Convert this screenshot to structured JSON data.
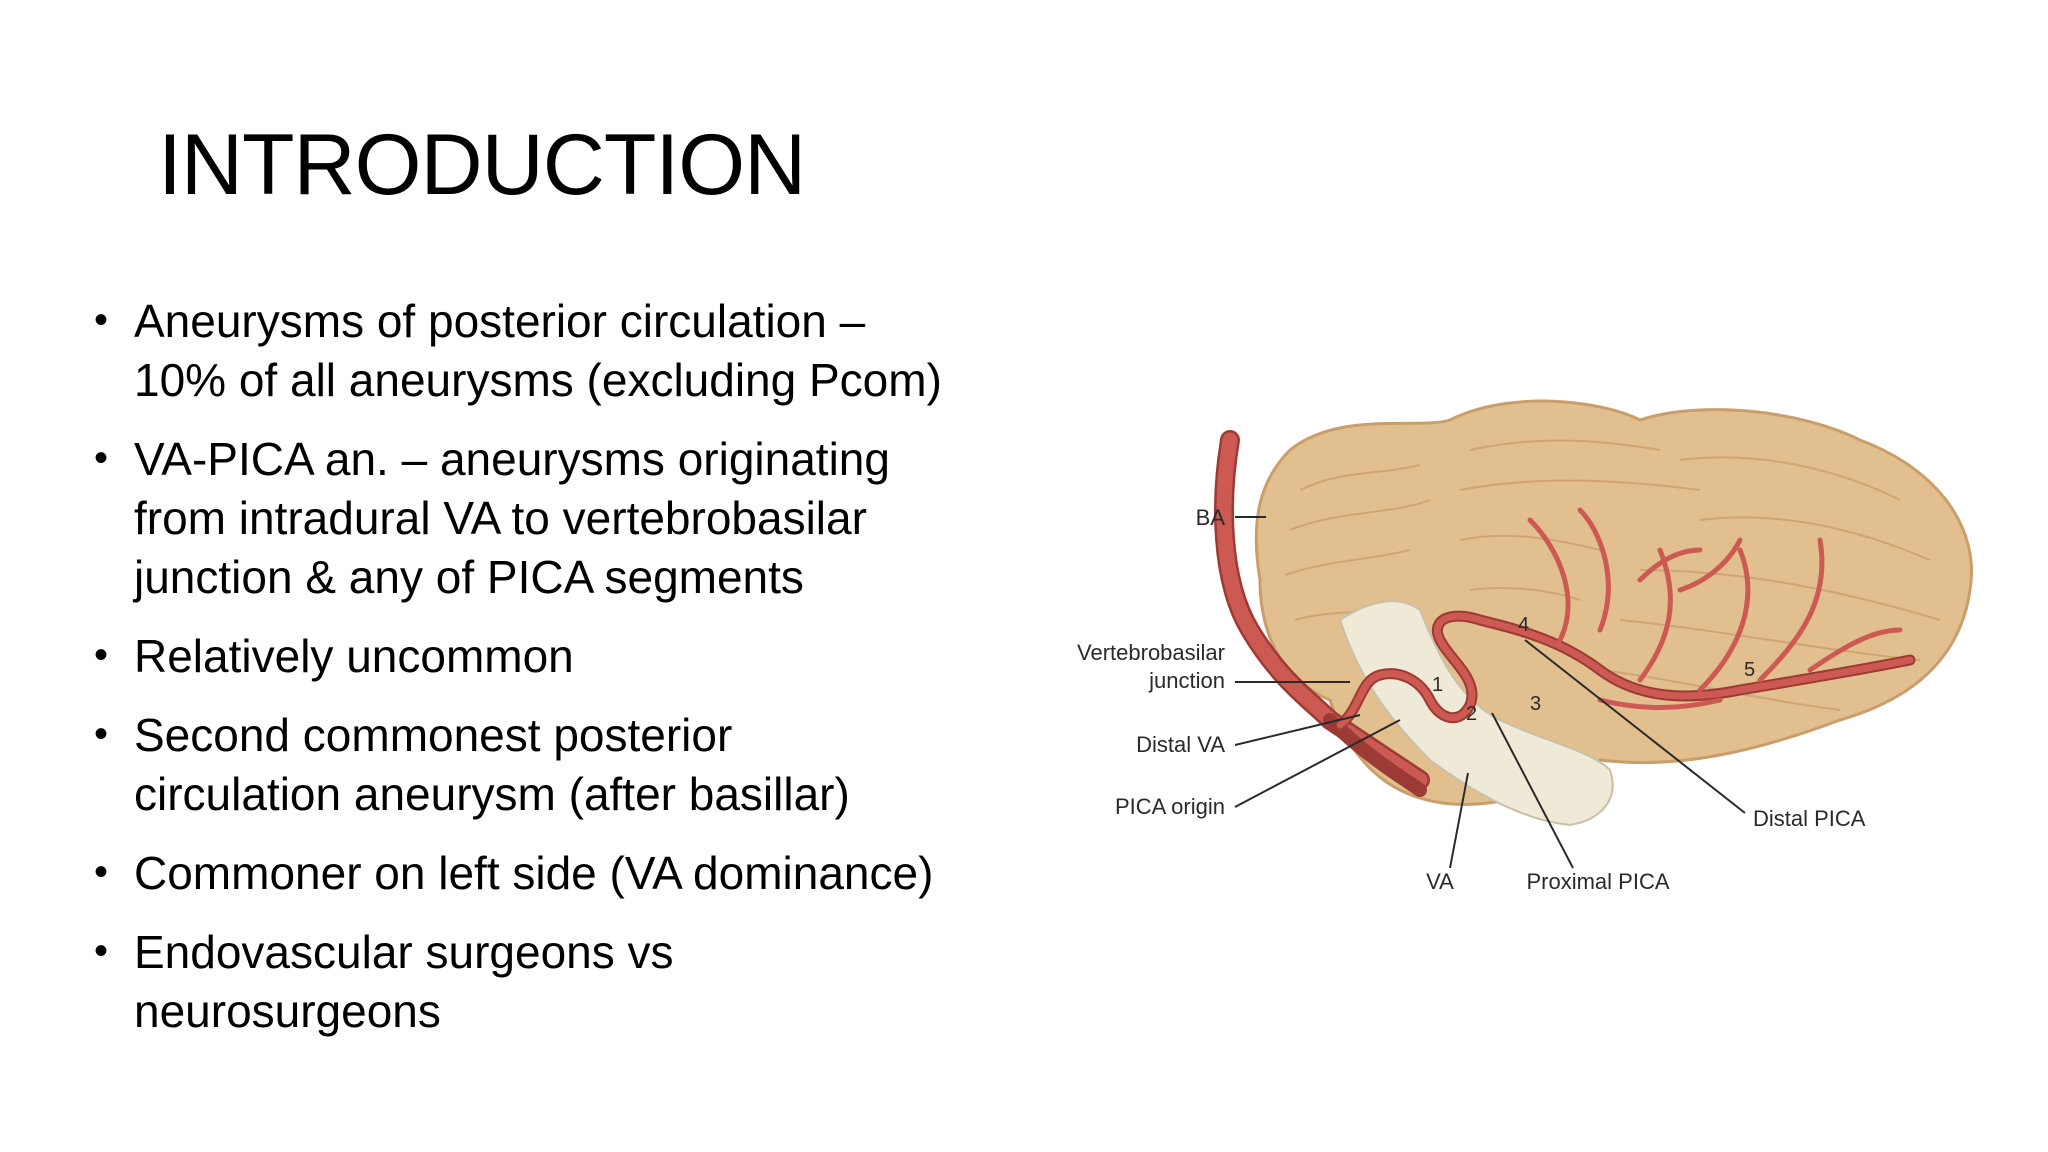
{
  "slide": {
    "title": "INTRODUCTION",
    "bullets": [
      "Aneurysms of posterior circulation –\n10% of all aneurysms (excluding Pcom)",
      "VA-PICA an. – aneurysms originating\nfrom intradural VA to vertebrobasilar\njunction & any of PICA segments",
      "Relatively uncommon",
      "Second commonest posterior\ncirculation aneurysm (after basillar)",
      "Commoner on left side (VA dominance)",
      "Endovascular surgeons vs\nneurosurgeons"
    ],
    "bullet_glyph": "•"
  },
  "figure": {
    "labels": {
      "ba": "BA",
      "vertebrobasilar": "Vertebrobasilar",
      "junction": "junction",
      "distal_va": "Distal VA",
      "pica_origin": "PICA origin",
      "va": "VA",
      "proximal_pica": "Proximal PICA",
      "distal_pica": "Distal PICA"
    },
    "segment_numbers": [
      "1",
      "2",
      "3",
      "4",
      "5"
    ],
    "colors": {
      "cerebellum": "#e2bf8e",
      "cerebellum_shadow": "#c99e6a",
      "brainstem": "#efe9d8",
      "artery": "#cc5a52",
      "artery_edge": "#9c3a35"
    }
  }
}
